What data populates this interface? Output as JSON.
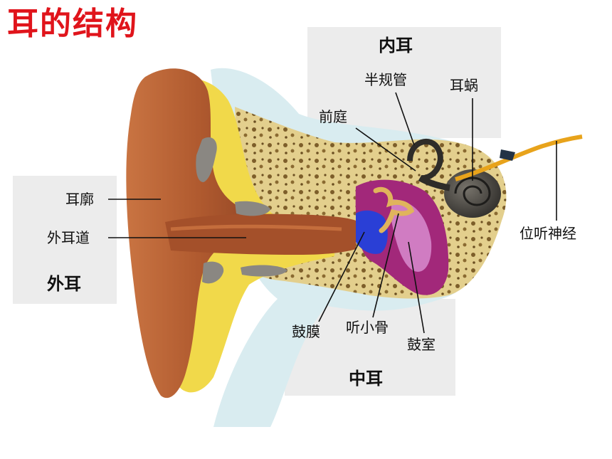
{
  "header": {
    "title": "耳的结构"
  },
  "regions": {
    "outer": "外耳",
    "middle": "中耳",
    "inner": "内耳"
  },
  "labels": {
    "auricle": "耳廓",
    "ear_canal": "外耳道",
    "semicircular_canals": "半规管",
    "cochlea": "耳蜗",
    "vestibule": "前庭",
    "vestibulocochlear_nerve": "位听神经",
    "eardrum": "鼓膜",
    "ossicles": "听小骨",
    "tympanic_cavity": "鼓室"
  },
  "colors": {
    "title": "#e0141b",
    "skin": "#b85a2c",
    "bone": "#f1d94a",
    "temporal_bone": "#e2cd8a",
    "eardrum": "#2a3fd6",
    "middle_ear": "#a2287a",
    "cochlea": "#3c3a37",
    "nerve": "#e8a31b"
  }
}
